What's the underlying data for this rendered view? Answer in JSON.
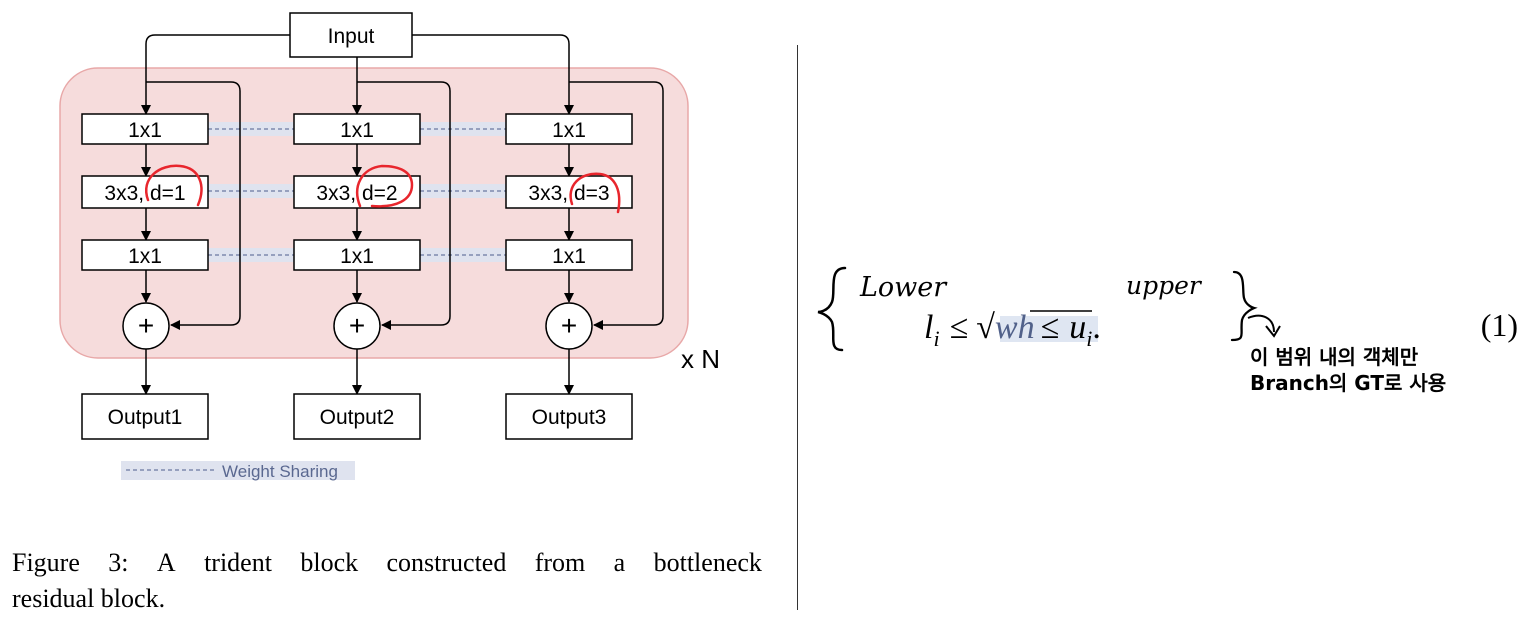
{
  "diagram": {
    "input_label": "Input",
    "columns": [
      {
        "top": "1x1",
        "mid": "3x3, d=1",
        "bottom": "1x1",
        "output": "Output1"
      },
      {
        "top": "1x1",
        "mid": "3x3, d=2",
        "bottom": "1x1",
        "output": "Output2"
      },
      {
        "top": "1x1",
        "mid": "3x3, d=3",
        "bottom": "1x1",
        "output": "Output3"
      }
    ],
    "plus_symbol": "+",
    "repeat_label": "x N",
    "legend_label": "Weight Sharing",
    "colors": {
      "block_fill": "#f6dcdc",
      "block_stroke": "#e8a8a8",
      "sharing": "#dfe3ef",
      "sharing_dash": "#6a78a0",
      "annotation": "#e8262d"
    }
  },
  "caption": {
    "line1_words": [
      "Figure",
      "3:",
      "A",
      "trident",
      "block",
      "constructed",
      "from",
      "a",
      "bottleneck"
    ],
    "line2": "residual block."
  },
  "equation": {
    "lhs": "l",
    "subscript": "i",
    "leq": "≤",
    "radical": "√",
    "radicand": "wh",
    "rhs": "u",
    "rhs_sub": "i",
    "period": ".",
    "number": "(1)",
    "note_lower": "Lower",
    "note_upper": "upper",
    "note_line1": "이 범위 내의 객체만",
    "note_line2": "Branch의 GT로 사용"
  }
}
